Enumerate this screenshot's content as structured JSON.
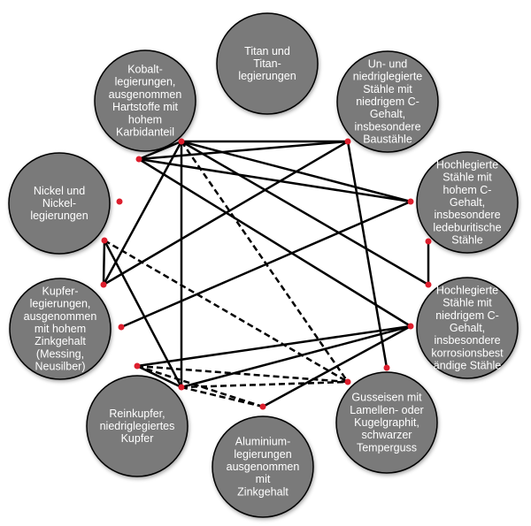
{
  "nodes": [
    {
      "id": "titan",
      "lines": [
        "Titan und",
        "Titan-",
        "legierungen"
      ]
    },
    {
      "id": "un-niedriglegiert",
      "lines": [
        "Un- und",
        "niedriglegierte",
        "Stähle mit",
        "niedrigem C-",
        "Gehalt,",
        "insbesondere",
        "Baustähle"
      ]
    },
    {
      "id": "hochlegiert-hoher-c",
      "lines": [
        "Hochlegierte",
        "Stähle mit",
        "hohem C-",
        "Gehalt,",
        "insbesondere",
        "ledeburitische",
        "Stähle"
      ]
    },
    {
      "id": "hochlegiert-niedriger-c",
      "lines": [
        "Hochlegierte",
        "Stähle mit",
        "niedrigem C-",
        "Gehalt,",
        "insbesondere",
        "korrosionsbest",
        "ändige Stähle"
      ]
    },
    {
      "id": "gusseisen",
      "lines": [
        "Gusseisen mit",
        "Lamellen- oder",
        "Kugelgraphit,",
        "schwarzer",
        "Temperguss"
      ]
    },
    {
      "id": "aluminium",
      "lines": [
        "Aluminium-",
        "legierungen",
        "ausgenommen",
        "mit",
        "Zinkgehalt"
      ]
    },
    {
      "id": "reinkupfer",
      "lines": [
        "Reinkupfer,",
        "niedriglegiertes",
        "Kupfer"
      ]
    },
    {
      "id": "kupfer",
      "lines": [
        "Kupfer-",
        "legierungen,",
        "ausgenommen",
        "mit hohem",
        "Zinkgehalt",
        "(Messing,",
        "Neusilber)"
      ]
    },
    {
      "id": "nickel",
      "lines": [
        "Nickel und",
        "Nickel-",
        "legierungen"
      ]
    },
    {
      "id": "kobalt",
      "lines": [
        "Kobalt-",
        "legierungen,",
        "ausgenommen",
        "Hartstoffe mit",
        "hohem",
        "Karbidanteil"
      ]
    }
  ],
  "connections": {
    "solid": [
      [
        "kobalt",
        "un-niedriglegiert"
      ],
      [
        "kobalt",
        "hochlegiert-hoher-c"
      ],
      [
        "kobalt",
        "hochlegiert-niedriger-c"
      ],
      [
        "kobalt",
        "nickel"
      ],
      [
        "kobalt",
        "kupfer"
      ],
      [
        "kobalt",
        "reinkupfer"
      ],
      [
        "un-niedriglegiert",
        "nickel"
      ],
      [
        "un-niedriglegiert",
        "kupfer"
      ],
      [
        "un-niedriglegiert",
        "gusseisen"
      ],
      [
        "hochlegiert-hoher-c",
        "nickel"
      ],
      [
        "hochlegiert-hoher-c",
        "kupfer"
      ],
      [
        "hochlegiert-hoher-c",
        "hochlegiert-niedriger-c"
      ],
      [
        "hochlegiert-niedriger-c",
        "nickel"
      ],
      [
        "hochlegiert-niedriger-c",
        "kupfer"
      ],
      [
        "hochlegiert-niedriger-c",
        "reinkupfer"
      ],
      [
        "nickel",
        "kupfer"
      ],
      [
        "nickel",
        "reinkupfer"
      ],
      [
        "kupfer",
        "reinkupfer"
      ],
      [
        "hochlegiert-niedriger-c",
        "aluminium"
      ]
    ],
    "dashed": [
      [
        "kobalt",
        "gusseisen"
      ],
      [
        "nickel",
        "gusseisen"
      ],
      [
        "kupfer",
        "gusseisen"
      ],
      [
        "kupfer",
        "aluminium"
      ],
      [
        "reinkupfer",
        "gusseisen"
      ],
      [
        "reinkupfer",
        "aluminium"
      ]
    ]
  },
  "colors": {
    "node_fill": "#7a7a7a",
    "node_stroke": "#000000",
    "node_text": "#ffffff",
    "line": "#000000",
    "anchor_dot": "#dd1e2d"
  }
}
